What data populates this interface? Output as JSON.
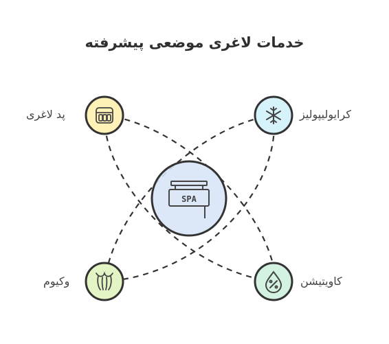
{
  "title": "خدمات لاغری موضعی پیشرفته",
  "center": {
    "icon": "spa-sign-icon",
    "sign_text": "SPA",
    "fill": "#d8e6f7"
  },
  "nodes": [
    {
      "id": "slimming-pad",
      "label": "پد لاغری",
      "icon": "pad-icon",
      "color": "#fff2b8"
    },
    {
      "id": "cryolipolysis",
      "label": "کرایولیپولیز",
      "icon": "snowflake-icon",
      "color": "#d6f2fb"
    },
    {
      "id": "vacuum",
      "label": "وکیوم",
      "icon": "vacuum-icon",
      "color": "#e3f5c4"
    },
    {
      "id": "cavitation",
      "label": "کاویتیشن",
      "icon": "water-drop-icon",
      "color": "#d3f2e2"
    }
  ],
  "stroke_color": "#333333"
}
